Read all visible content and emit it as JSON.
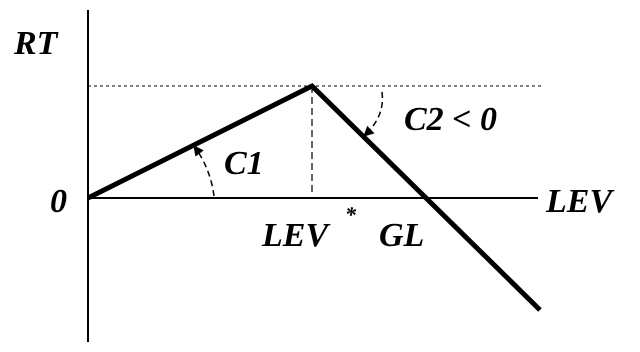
{
  "labels": {
    "y_axis": "RT",
    "x_axis": "LEV",
    "origin": "0",
    "lev_star": "LEV",
    "lev_star_sup": "*",
    "gl": "GL",
    "c1": "C1",
    "c2": "C2 < 0"
  },
  "colors": {
    "ink": "#000000",
    "background": "#ffffff"
  },
  "icons": {
    "c1_arc": "curved-arrow-icon",
    "c2_arc": "curved-arrow-icon"
  }
}
